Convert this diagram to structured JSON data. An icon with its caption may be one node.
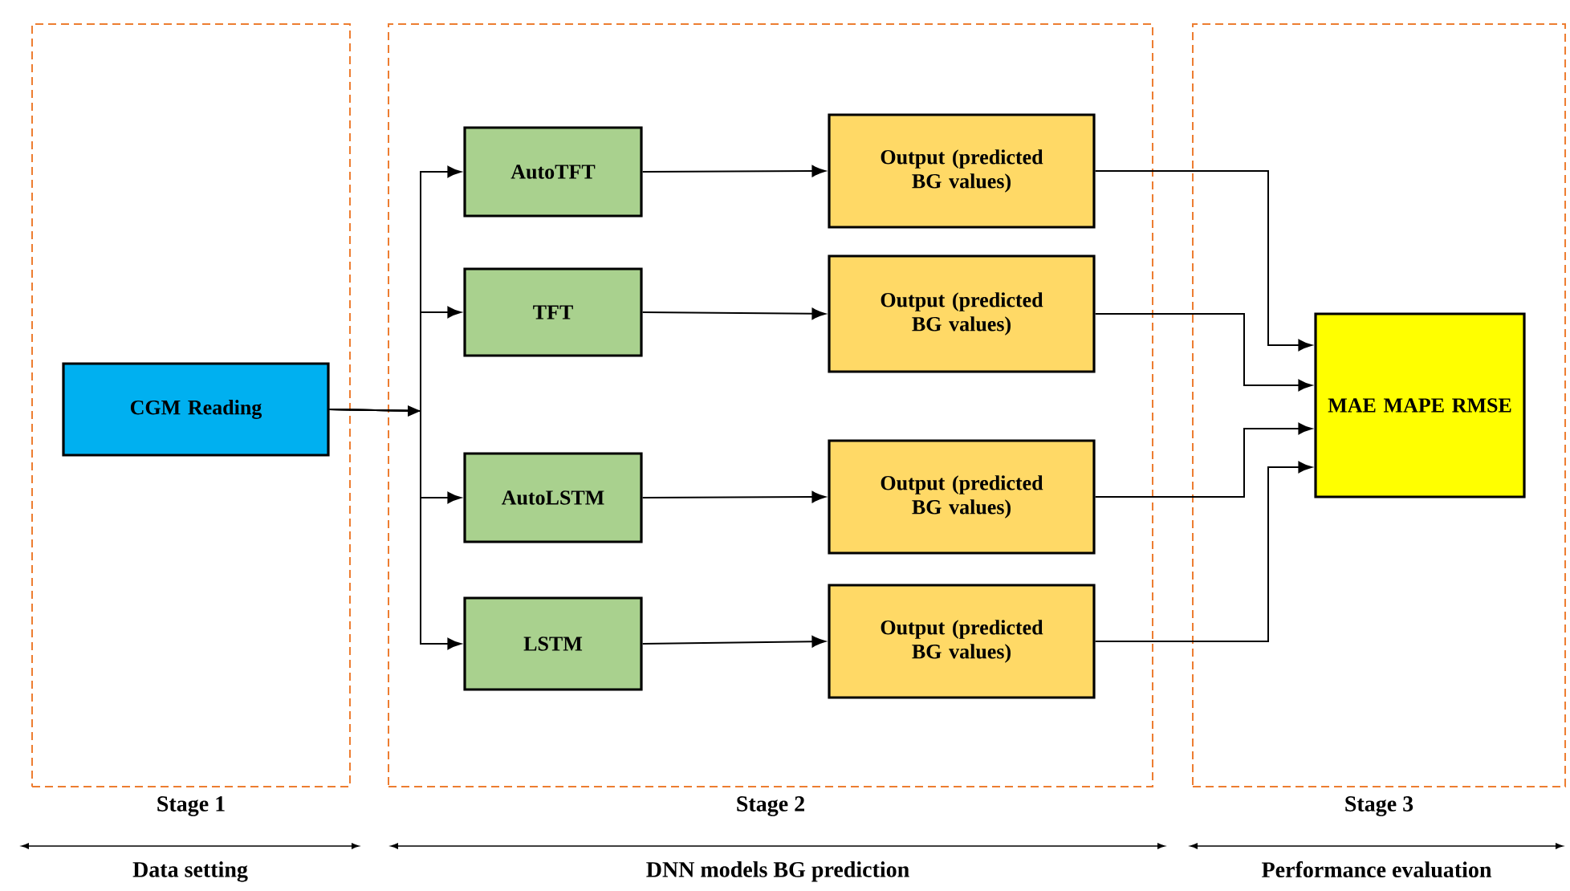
{
  "diagram": {
    "nodes": [
      {
        "text": [
          "Stage 1"
        ]
      },
      {
        "text": [
          "Stage 2"
        ]
      },
      {
        "text": [
          "Stage 3"
        ]
      },
      {
        "text": [
          "CGM Reading"
        ],
        "in": 0
      },
      {
        "text": [
          "AutoTFT"
        ],
        "in": 1
      },
      {
        "text": [
          "TFT"
        ],
        "in": 1
      },
      {
        "text": [
          "AutoLSTM"
        ],
        "in": 1
      },
      {
        "text": [
          "LSTM"
        ],
        "in": 1
      },
      {
        "text": [
          "Output (predicted BG values)"
        ],
        "in": 1
      },
      {
        "text": [
          "Output (predicted BG values)"
        ],
        "in": 1
      },
      {
        "text": [
          "Output (predicted BG values)"
        ],
        "in": 1
      },
      {
        "text": [
          "Output (predicted BG values)"
        ],
        "in": 1
      },
      {
        "text": [
          "MAE MAPE RMSE"
        ],
        "in": 2
      }
    ],
    "edges": [
      {
        "from": 3,
        "to": 4,
        "arrow": "to"
      },
      {
        "from": 3,
        "to": 5,
        "arrow": "to"
      },
      {
        "from": 3,
        "to": 6,
        "arrow": "to"
      },
      {
        "from": 3,
        "to": 7,
        "arrow": "to"
      },
      {
        "from": 4,
        "to": 8,
        "arrow": "to"
      },
      {
        "from": 5,
        "to": 9,
        "arrow": "to"
      },
      {
        "from": 6,
        "to": 10,
        "arrow": "to"
      },
      {
        "from": 7,
        "to": 11,
        "arrow": "to"
      },
      {
        "from": 8,
        "to": 12,
        "arrow": "to"
      },
      {
        "from": 9,
        "to": 12,
        "arrow": "to"
      },
      {
        "from": 10,
        "to": 12,
        "arrow": "to"
      },
      {
        "from": 11,
        "to": 12,
        "arrow": "to"
      }
    ],
    "labels": [
      "Data setting",
      "DNN models BG prediction",
      "Performance evaluation"
    ]
  }
}
